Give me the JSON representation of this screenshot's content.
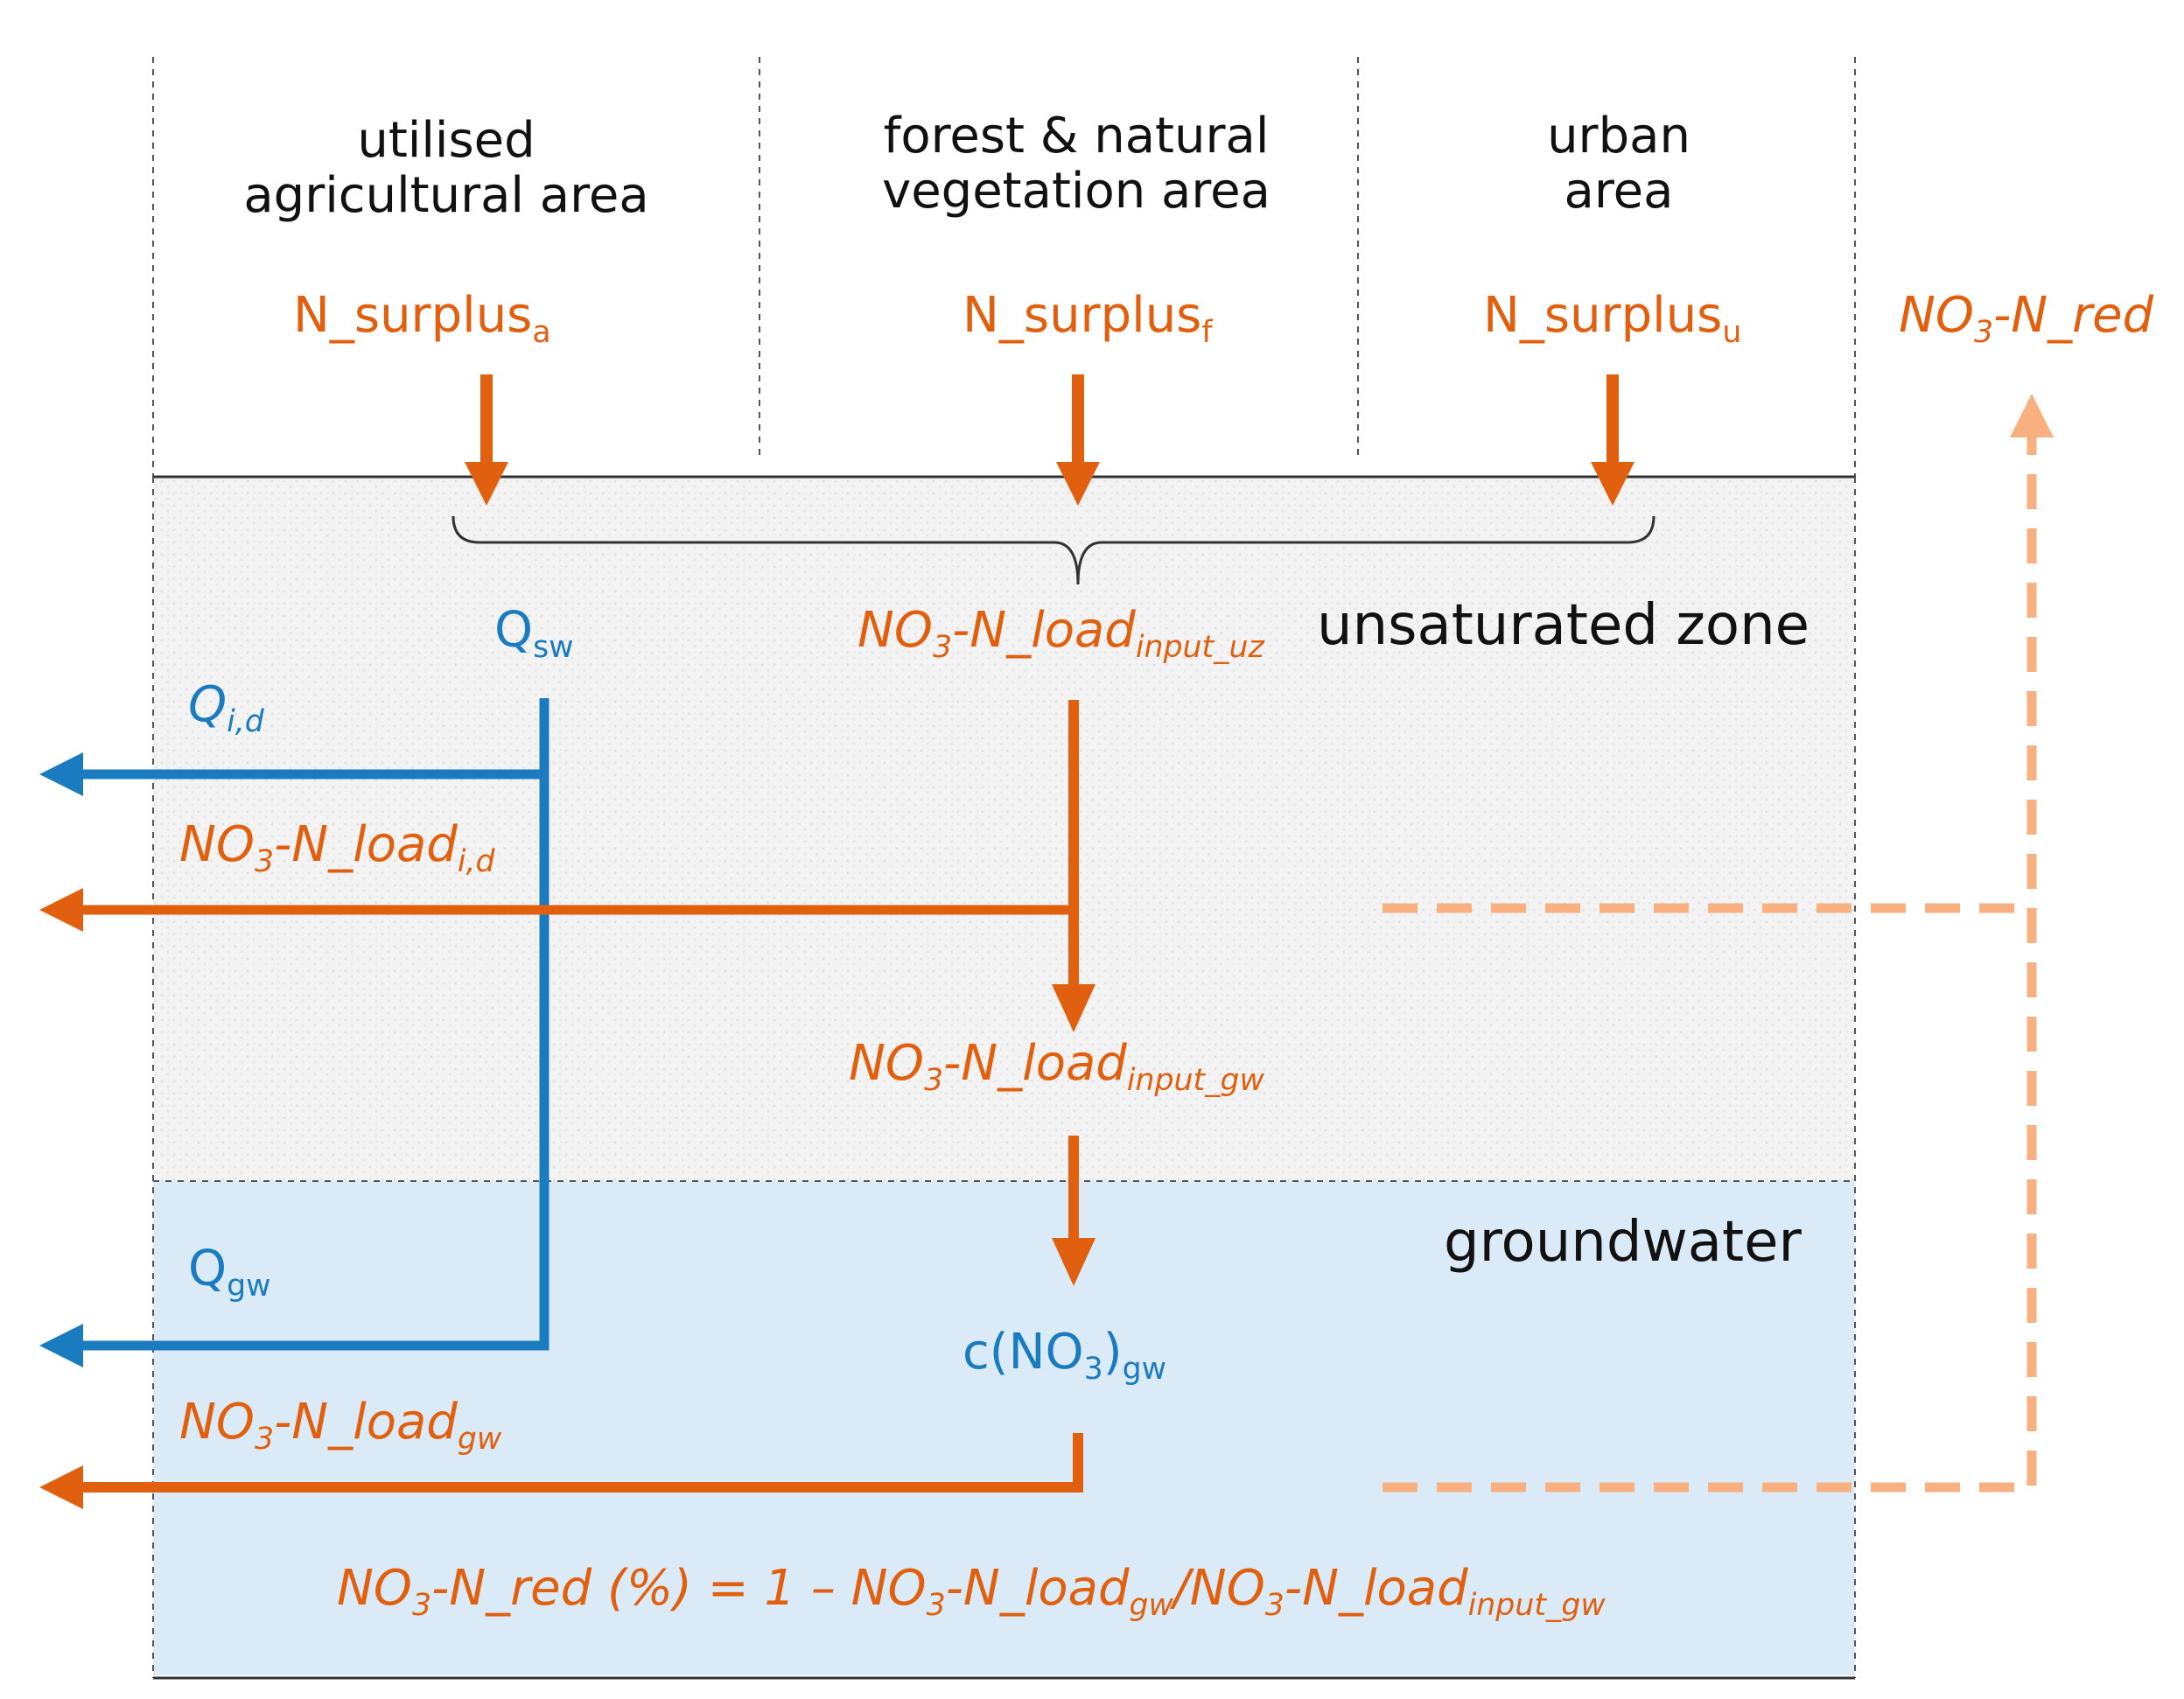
{
  "columns": [
    {
      "line1": "utilised",
      "line2": "agricultural area",
      "var_base": "N_surplus",
      "var_sub": "a"
    },
    {
      "line1": "forest & natural",
      "line2": "vegetation area",
      "var_base": "N_surplus",
      "var_sub": "f"
    },
    {
      "line1": "urban",
      "line2": "area",
      "var_base": "N_surplus",
      "var_sub": "u"
    }
  ],
  "zones": {
    "unsaturated": "unsaturated zone",
    "groundwater": "groundwater"
  },
  "labels": {
    "q_sw": {
      "base": "Q",
      "sub": "sw"
    },
    "load_input_uz": {
      "a": "NO",
      "s1": "3",
      "b": "-N_load",
      "s2": "input_uz"
    },
    "q_id": {
      "base": "Q",
      "sub": "i,d"
    },
    "load_id": {
      "a": "NO",
      "s1": "3",
      "b": "-N_load",
      "s2": "i,d"
    },
    "load_input_gw": {
      "a": "NO",
      "s1": "3",
      "b": "-N_load",
      "s2": "input_gw"
    },
    "q_gw": {
      "base": "Q",
      "sub": "gw"
    },
    "conc_gw": {
      "a": "c(NO",
      "s1": "3",
      "b": ")",
      "s2": "gw"
    },
    "load_gw": {
      "a": "NO",
      "s1": "3",
      "b": "-N_load",
      "s2": "gw"
    },
    "red": {
      "a": "NO",
      "s1": "3",
      "b": "-N_red"
    },
    "formula": {
      "a": "NO",
      "s1": "3",
      "b": "-N_red (%) =  1 – NO",
      "s2": "3",
      "c": "-N_load",
      "s3": "gw",
      "d": "/NO",
      "s4": "3",
      "e": "-N_load",
      "s5": "input_gw"
    }
  },
  "colors": {
    "orange": "#e0600f",
    "blue": "#1a7bbf",
    "light_orange": "#f8b080",
    "groundwater_fill": "#daeaf7",
    "unsaturated_fill": "#f2f2f2"
  }
}
